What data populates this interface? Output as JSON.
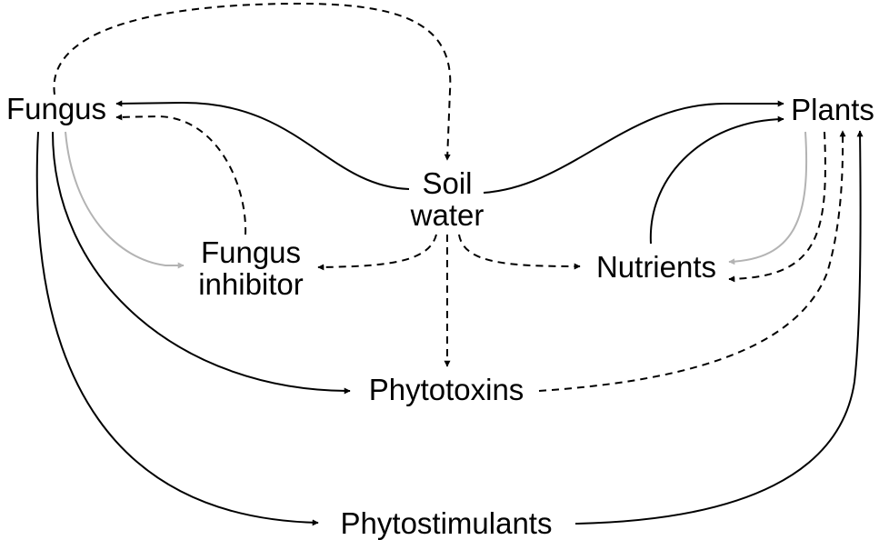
{
  "colors": {
    "stroke": "#000000",
    "muted": "#b3b3b3",
    "background": "#ffffff"
  },
  "nodes": {
    "fungus": "Fungus",
    "plants": "Plants",
    "soil_water": [
      "Soil",
      "water"
    ],
    "fungus_inhibitor": [
      "Fungus",
      "inhibitor"
    ],
    "nutrients": "Nutrients",
    "phytotoxins": "Phytotoxins",
    "phytostimulants": "Phytostimulants"
  },
  "edges": [
    {
      "from": "Fungus",
      "to": "Soil water",
      "style": "dashed"
    },
    {
      "from": "Soil water",
      "to": "Fungus",
      "style": "solid"
    },
    {
      "from": "Soil water",
      "to": "Plants",
      "style": "solid"
    },
    {
      "from": "Fungus inhibitor",
      "to": "Fungus",
      "style": "dashed"
    },
    {
      "from": "Fungus",
      "to": "Fungus inhibitor",
      "style": "solid",
      "color": "muted"
    },
    {
      "from": "Soil water",
      "to": "Fungus inhibitor",
      "style": "dashed"
    },
    {
      "from": "Soil water",
      "to": "Nutrients",
      "style": "dashed"
    },
    {
      "from": "Soil water",
      "to": "Phytotoxins",
      "style": "dashed"
    },
    {
      "from": "Nutrients",
      "to": "Plants",
      "style": "solid"
    },
    {
      "from": "Plants",
      "to": "Nutrients",
      "style": "solid",
      "color": "muted"
    },
    {
      "from": "Plants",
      "to": "Nutrients",
      "style": "dashed"
    },
    {
      "from": "Fungus",
      "to": "Phytotoxins",
      "style": "solid"
    },
    {
      "from": "Phytotoxins",
      "to": "Plants",
      "style": "dashed"
    },
    {
      "from": "Fungus",
      "to": "Phytostimulants",
      "style": "solid"
    },
    {
      "from": "Phytostimulants",
      "to": "Plants",
      "style": "solid"
    }
  ]
}
